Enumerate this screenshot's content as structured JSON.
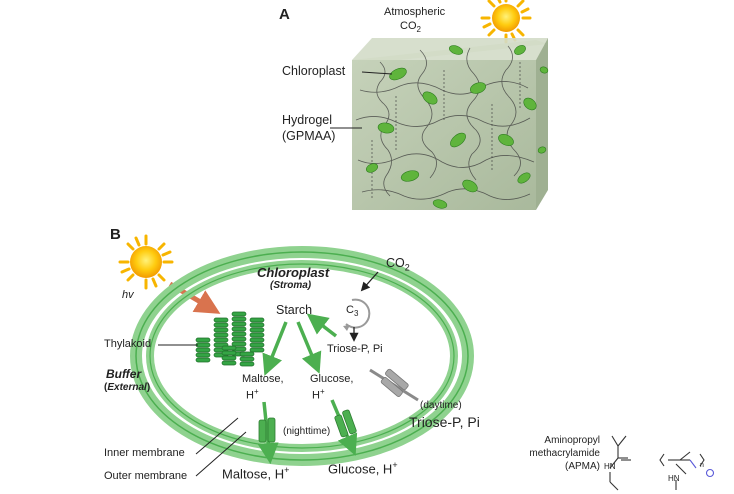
{
  "panel_a": {
    "letter": "A",
    "atmospheric_line1": "Atmospheric",
    "atmospheric_line2_base": "CO",
    "atmospheric_line2_sub": "2",
    "chloroplast_label": "Chloroplast",
    "hydrogel_line1": "Hydrogel",
    "hydrogel_line2": "(GPMAA)"
  },
  "panel_b": {
    "letter": "B",
    "hv": "hv",
    "chloroplast_title": "Chloroplast",
    "stroma": "(Stroma)",
    "co2_base": "CO",
    "co2_sub": "2",
    "c3_base": "C",
    "c3_sub": "3",
    "starch": "Starch",
    "thylakoid": "Thylakoid",
    "triose_inside": "Triose-P, Pi",
    "buffer": "Buffer",
    "external": "External",
    "maltose_inside_line1": "Maltose,",
    "maltose_inside_line2": "H",
    "glucose_inside_line1": "Glucose,",
    "glucose_inside_line2": "H",
    "plus": "+",
    "daytime": "(daytime)",
    "triose_outside": "Triose-P, Pi",
    "nighttime": "(nighttime)",
    "inner_membrane": "Inner membrane",
    "outer_membrane": "Outer membrane",
    "maltose_outside": "Maltose, H",
    "glucose_outside": "Glucose, H"
  },
  "apma": {
    "line1": "Aminopropyl",
    "line2": "methacrylamide",
    "line3": "(APMA)",
    "hn_left": "HN",
    "hn_right": "HN",
    "n_sub": "n"
  },
  "colors": {
    "membrane_green": "#6cc36c",
    "membrane_dark": "#3f9b45",
    "thylakoid_green": "#2f9a3c",
    "sun_yellow": "#f7b500",
    "sun_orange": "#f08a00",
    "hv_arrow": "#d9734e",
    "hydrogel_face": "#b9c7ad",
    "transporter_grey": "#9a9a9a"
  }
}
